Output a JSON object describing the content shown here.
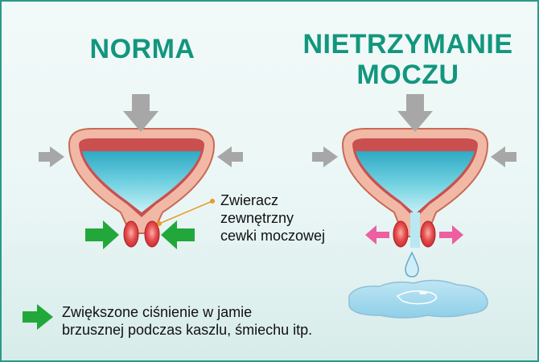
{
  "titles": {
    "normal": "NORMA",
    "incontinence_line1": "NIETRZYMANIE",
    "incontinence_line2": "MOCZU"
  },
  "sphincter_label": {
    "line1": "Zwieracz",
    "line2": "zewnętrzny",
    "line3": "cewki moczowej"
  },
  "legend": {
    "line1": "Zwiększone ciśnienie w jamie",
    "line2": "brzusznej podczas kaszlu, śmiechu itp.",
    "arrow_color": "#22a83a"
  },
  "colors": {
    "title": "#13967e",
    "frame": "#2a9a8a",
    "bladder_wall": "#f2b8a6",
    "bladder_inner": "#c9504f",
    "urine": "#4ec0d6",
    "pressure_arrow": "#a7a7a7",
    "pink_arrow": "#ec5fa0",
    "leader_line": "#e89a2a"
  }
}
